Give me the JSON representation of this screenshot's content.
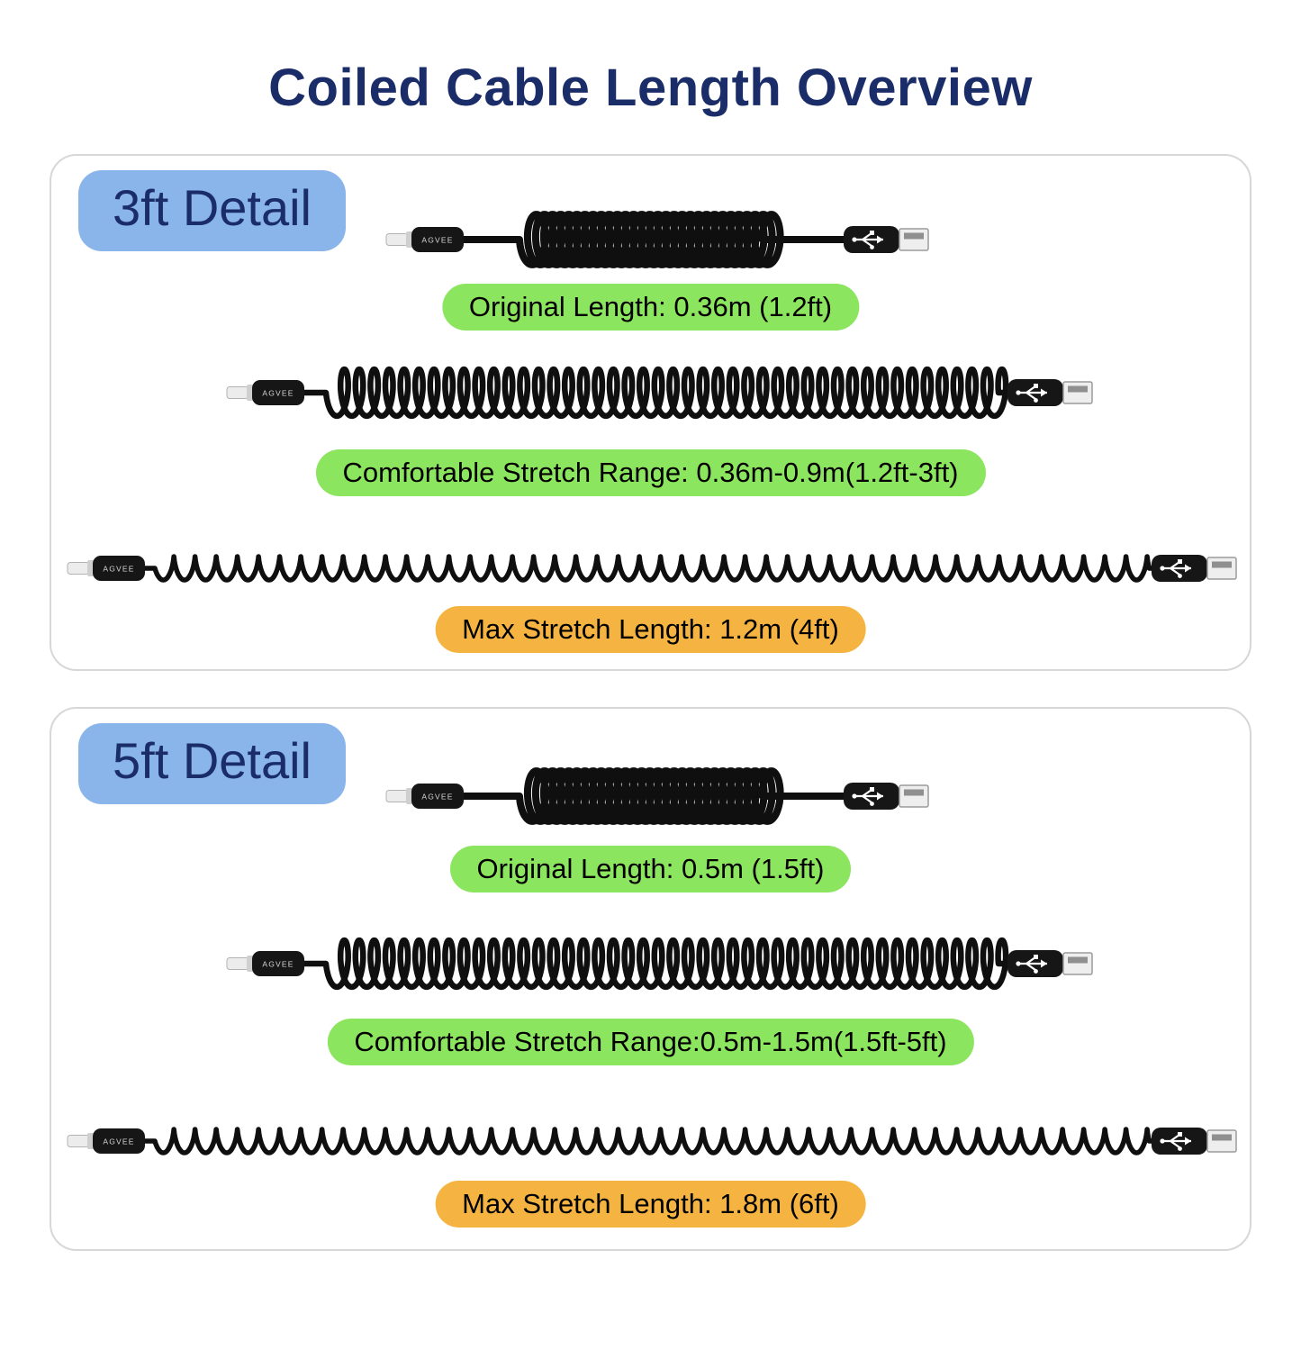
{
  "title": "Coiled Cable Length Overview",
  "colors": {
    "navy": "#1a2d68",
    "label_blue": "#8ab5ea",
    "green": "#8ce55e",
    "orange": "#f5b441",
    "cable": "#0f0f0f"
  },
  "connectors": {
    "left_icon": "lightning-connector",
    "right_icon": "usb-a-connector",
    "brand": "AGVEE"
  },
  "panels": [
    {
      "label": "3ft Detail",
      "rows": [
        {
          "state": "coiled",
          "badge": "Original Length: 0.36m (1.2ft)",
          "badge_color": "green"
        },
        {
          "state": "comfortable",
          "badge": "Comfortable Stretch Range: 0.36m-0.9m(1.2ft-3ft)",
          "badge_color": "green"
        },
        {
          "state": "max",
          "badge": "Max Stretch Length: 1.2m (4ft)",
          "badge_color": "orange"
        }
      ]
    },
    {
      "label": "5ft Detail",
      "rows": [
        {
          "state": "coiled",
          "badge": "Original Length: 0.5m (1.5ft)",
          "badge_color": "green"
        },
        {
          "state": "comfortable",
          "badge": "Comfortable Stretch Range:0.5m-1.5m(1.5ft-5ft)",
          "badge_color": "green"
        },
        {
          "state": "max",
          "badge": "Max Stretch Length: 1.8m (6ft)",
          "badge_color": "orange"
        }
      ]
    }
  ]
}
